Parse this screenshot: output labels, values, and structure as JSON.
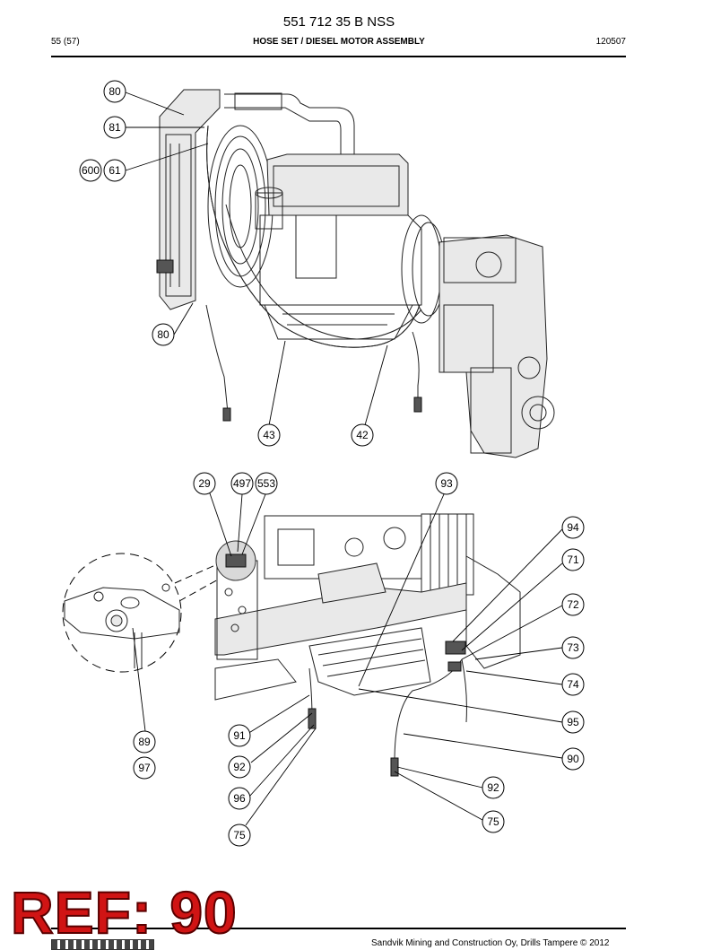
{
  "header": {
    "title": "551 712 35 B NSS",
    "page": "55 (57)",
    "section": "HOSE SET / DIESEL MOTOR ASSEMBLY",
    "code": "120507"
  },
  "top_callouts": [
    "80",
    "81",
    "600",
    "61",
    "80",
    "43",
    "42"
  ],
  "bottom_callouts": [
    "29",
    "497",
    "553",
    "93",
    "94",
    "71",
    "72",
    "73",
    "74",
    "95",
    "90",
    "92",
    "75",
    "89",
    "97",
    "91",
    "92",
    "96",
    "75"
  ],
  "ref_label": "REF: 90",
  "footer": {
    "copyright": "Sandvik Mining and Construction Oy, Drills Tampere © 2012"
  }
}
